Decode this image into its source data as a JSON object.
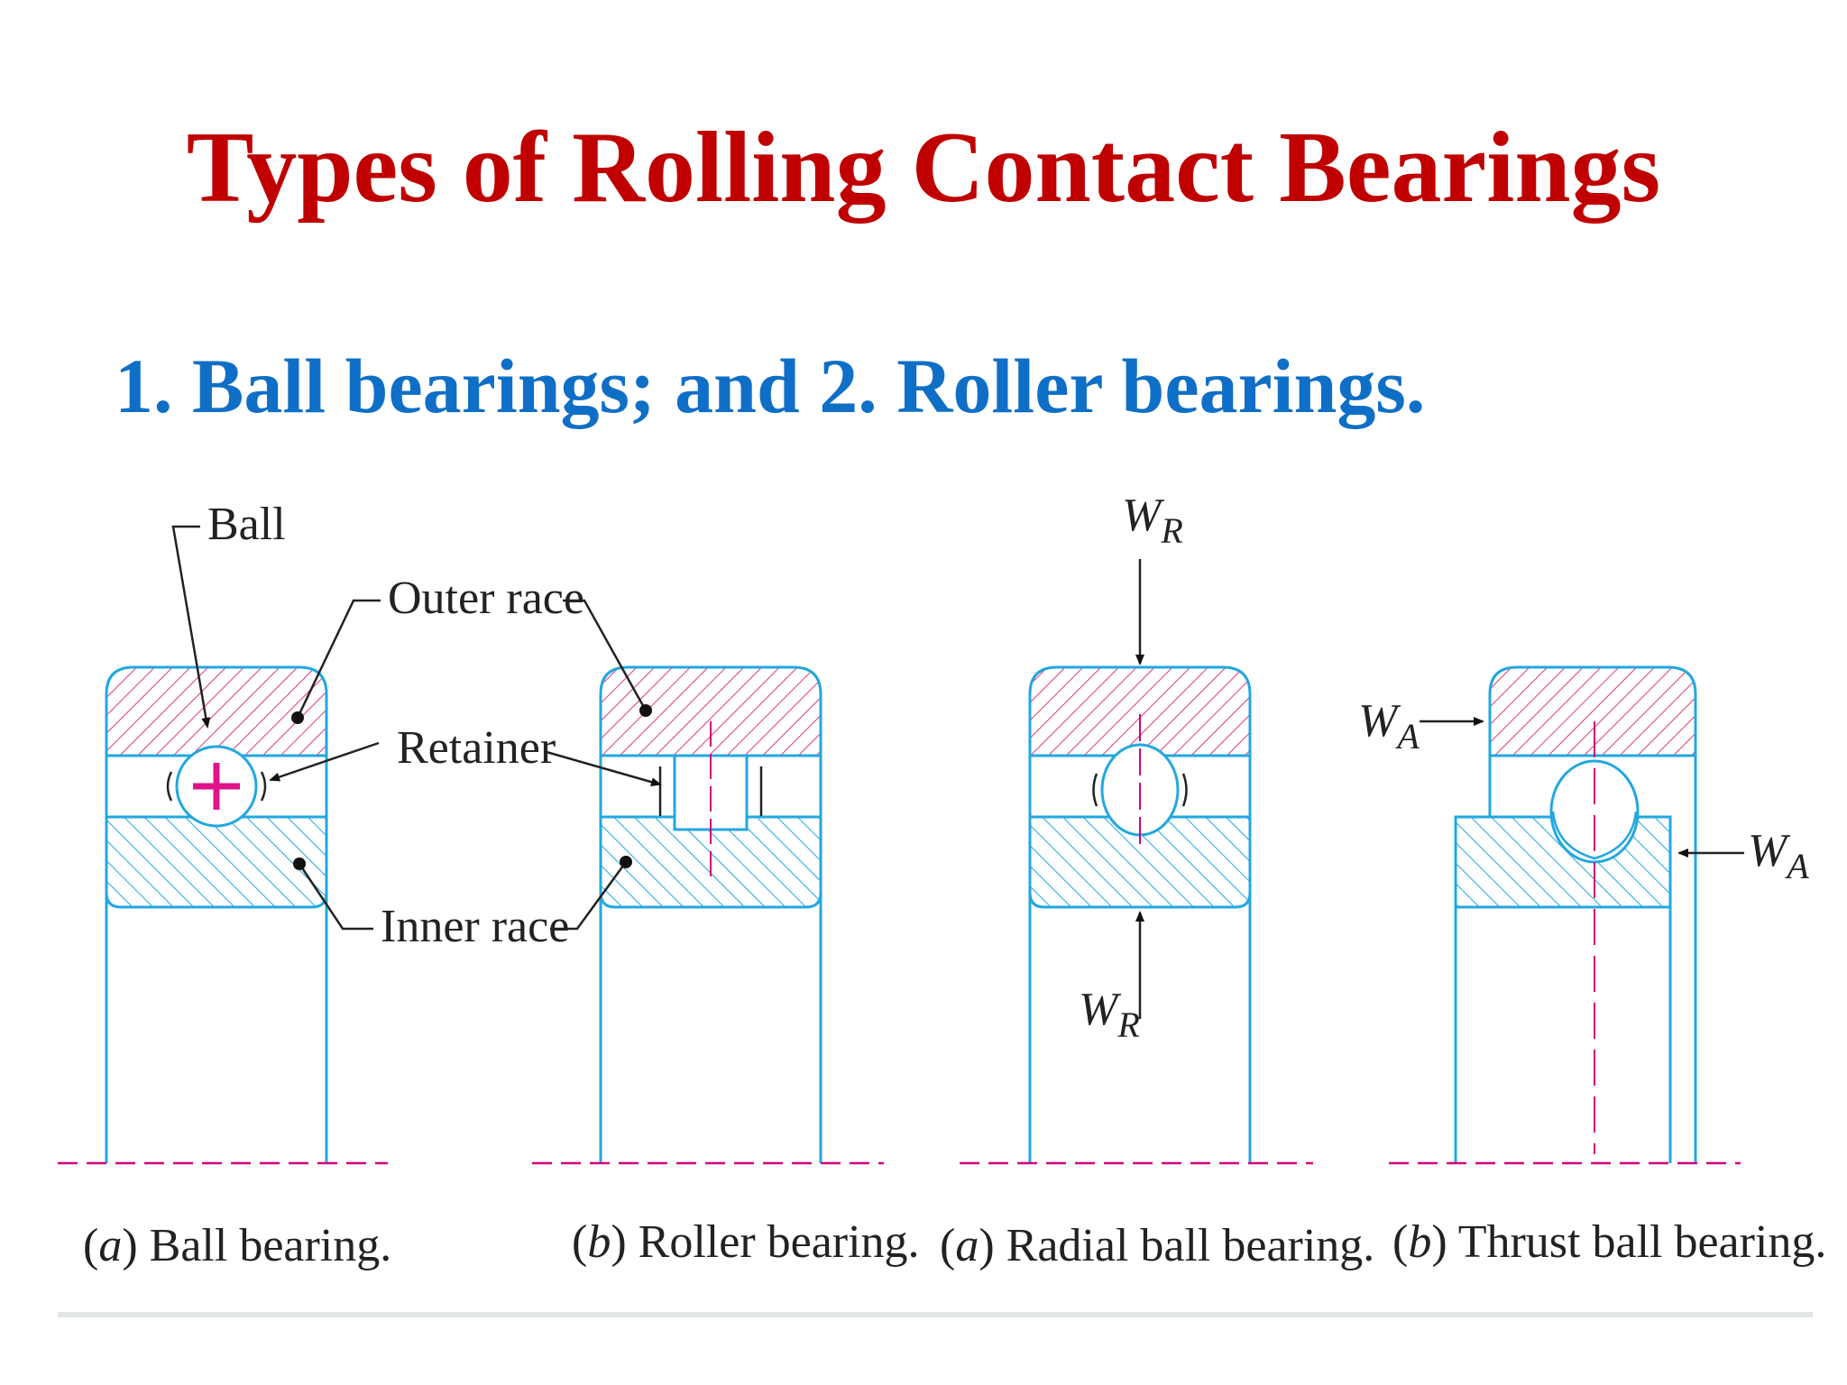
{
  "slide": {
    "title": "Types of Rolling Contact Bearings",
    "subtitle": "1. Ball bearings; and 2. Roller bearings."
  },
  "labels": {
    "ball": "Ball",
    "outer_race": "Outer race",
    "retainer": "Retainer",
    "inner_race": "Inner race",
    "w": "W",
    "sub_r": "R",
    "sub_a": "A"
  },
  "captions": [
    {
      "letter": "a",
      "text": "Ball bearing."
    },
    {
      "letter": "b",
      "text": "Roller bearing."
    },
    {
      "letter": "a",
      "text": "Radial ball bearing."
    },
    {
      "letter": "b",
      "text": "Thrust ball bearing."
    }
  ],
  "colors": {
    "title": "#c00000",
    "subtitle": "#0f6fc6",
    "outline": "#22a7e0",
    "outer_hatch": "#e0387a",
    "inner_hatch": "#22a7e0",
    "centerline": "#d4007a",
    "text": "#222222"
  },
  "icons": {
    "ball-center-marker": "plus"
  }
}
